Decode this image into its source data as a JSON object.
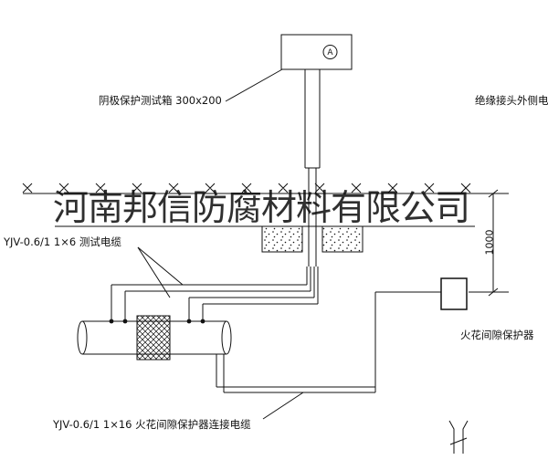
{
  "watermark": {
    "text": "河南邦信防腐材料有限公司"
  },
  "diagram": {
    "test_box_label": "阴极保护测试箱 300x200",
    "insulated_joint_cable_label": "绝缘接头外侧电缆",
    "test_cable_label": "YJV-0.6/1  1×6   测试电缆",
    "spark_gap_label": "火花间隙保护器",
    "spark_gap_cable_label": "YJV-0.6/1  1×16   火花间隙保护器连接电缆",
    "dimension_1000": "1000",
    "ammeter_symbol": "A"
  },
  "colors": {
    "line": "#111111",
    "background": "#ffffff"
  }
}
